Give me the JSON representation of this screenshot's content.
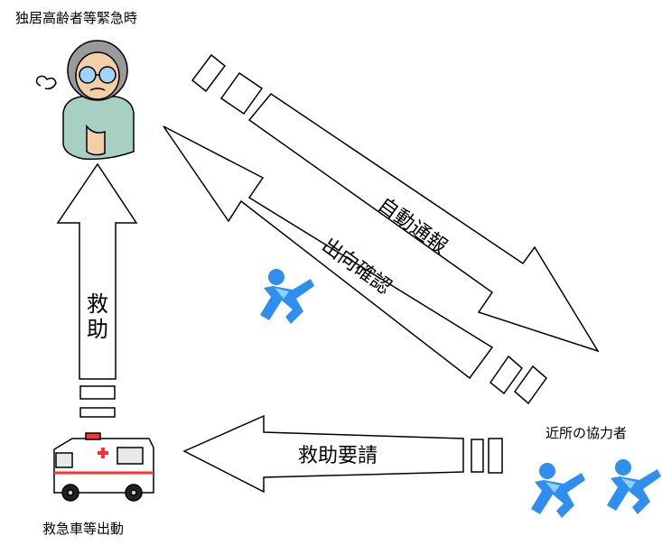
{
  "labels": {
    "elderly_caption": "独居高齢者等緊急時",
    "helpers_caption": "近所の協力者",
    "ambulance_caption": "救急車等出動"
  },
  "arrows": {
    "auto_report": "自動通報",
    "dispatch_confirm": "出向確認",
    "rescue_request": "救助要請",
    "rescue_char1": "救",
    "rescue_char2": "助"
  },
  "colors": {
    "stroke": "#000000",
    "runner_blue": "#2f8ff0",
    "runner_light": "#8fd0ff",
    "shirt": "#a7cfc3",
    "skin": "#f3cfa6",
    "hair": "#9a9a9a"
  },
  "icons": {
    "elderly": "elderly-person-icon",
    "runner": "running-person-icon",
    "ambulance": "ambulance-icon"
  }
}
